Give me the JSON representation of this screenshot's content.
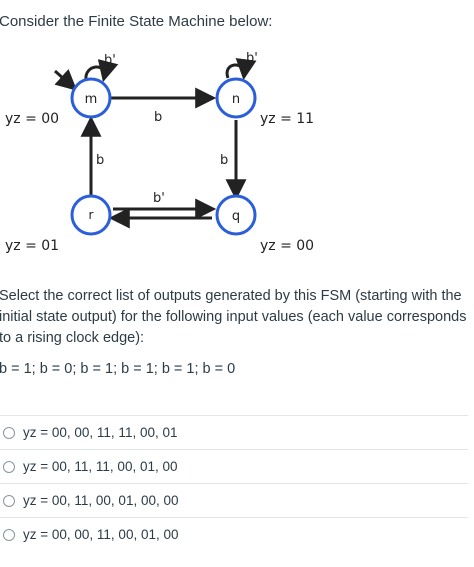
{
  "question": {
    "prompt": "Consider the Finite State Machine below:",
    "text": "Select the correct list of outputs generated by this FSM (starting with the initial state output) for the following input values (each value corresponds to a rising clock edge):",
    "inputs": "b = 1; b = 0; b = 1; b = 1; b = 1; b = 0"
  },
  "fsm": {
    "states": {
      "m": {
        "label": "m",
        "output": "yz = 00"
      },
      "n": {
        "label": "n",
        "output": "yz = 11"
      },
      "r": {
        "label": "r",
        "output": "yz = 01"
      },
      "q": {
        "label": "q",
        "output": "yz = 00"
      }
    },
    "transitions": {
      "m_self": "b'",
      "n_self": "b'",
      "m_to_n": "b",
      "r_to_m": "b",
      "n_to_q": "b",
      "r_q": "b'"
    },
    "colors": {
      "line": "#222222",
      "state_fill": "#ffffff",
      "state_stroke": "#2b5fd9"
    }
  },
  "options": [
    {
      "id": "a",
      "label": "yz = 00, 00, 11, 11, 00, 01"
    },
    {
      "id": "b",
      "label": "yz = 00, 11, 11, 00, 01, 00"
    },
    {
      "id": "c",
      "label": "yz = 00, 11, 00, 01, 00, 00"
    },
    {
      "id": "d",
      "label": "yz = 00, 00, 11, 00, 01, 00"
    }
  ]
}
